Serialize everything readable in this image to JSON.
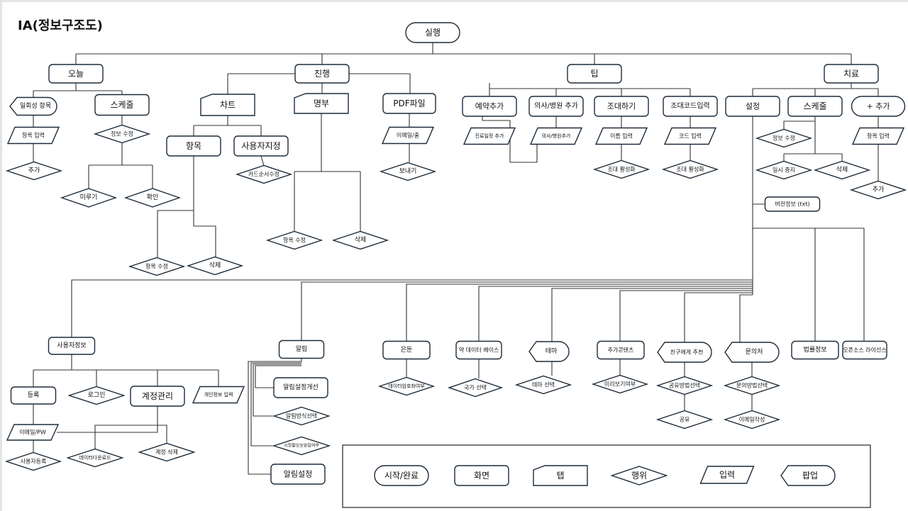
{
  "title": "IA(정보구조도)",
  "nodes": [
    {
      "id": "run",
      "label": "실행",
      "shape": "terminal"
    },
    {
      "id": "today",
      "label": "오늘",
      "shape": "screen"
    },
    {
      "id": "progress",
      "label": "진행",
      "shape": "screen"
    },
    {
      "id": "tip",
      "label": "팁",
      "shape": "screen"
    },
    {
      "id": "treat",
      "label": "치료",
      "shape": "screen"
    },
    {
      "id": "onetime",
      "label": "일회성 항목",
      "shape": "popup"
    },
    {
      "id": "today_input",
      "label": "항목 입력",
      "shape": "input"
    },
    {
      "id": "today_add",
      "label": "추가",
      "shape": "action"
    },
    {
      "id": "schedule1",
      "label": "스케줄",
      "shape": "screen"
    },
    {
      "id": "sch1_edit",
      "label": "정보 수정",
      "shape": "action"
    },
    {
      "id": "postpone",
      "label": "미루기",
      "shape": "action"
    },
    {
      "id": "confirm",
      "label": "확인",
      "shape": "action"
    },
    {
      "id": "chart",
      "label": "차트",
      "shape": "tab"
    },
    {
      "id": "roster",
      "label": "명부",
      "shape": "tab"
    },
    {
      "id": "pdf",
      "label": "PDF파일",
      "shape": "screen"
    },
    {
      "id": "item",
      "label": "항목",
      "shape": "screen"
    },
    {
      "id": "custom",
      "label": "사용자지정",
      "shape": "screen"
    },
    {
      "id": "card_order",
      "label": "카드순서수정",
      "shape": "action"
    },
    {
      "id": "item_edit",
      "label": "항목 수정",
      "shape": "action"
    },
    {
      "id": "item_del",
      "label": "삭제",
      "shape": "action"
    },
    {
      "id": "roster_edit",
      "label": "항목 수정",
      "shape": "action"
    },
    {
      "id": "roster_del",
      "label": "삭제",
      "shape": "action"
    },
    {
      "id": "pdf_email",
      "label": "이메일/출",
      "shape": "input"
    },
    {
      "id": "pdf_send",
      "label": "보내기",
      "shape": "action"
    },
    {
      "id": "reserve",
      "label": "예약추가",
      "shape": "screen"
    },
    {
      "id": "doctor",
      "label": "의사/병원 추가",
      "shape": "screen"
    },
    {
      "id": "invite",
      "label": "조대하기",
      "shape": "screen"
    },
    {
      "id": "invite_code",
      "label": "조대코드입력",
      "shape": "screen"
    },
    {
      "id": "reserve_in",
      "label": "진료일정 추가",
      "shape": "input"
    },
    {
      "id": "doctor_in",
      "label": "의사/병원추가",
      "shape": "input"
    },
    {
      "id": "name_in",
      "label": "이름 입력",
      "shape": "input"
    },
    {
      "id": "code_in",
      "label": "코드 입력",
      "shape": "input"
    },
    {
      "id": "invite_act1",
      "label": "조대 활성화",
      "shape": "action"
    },
    {
      "id": "invite_act2",
      "label": "조대 활성화",
      "shape": "action"
    },
    {
      "id": "settings",
      "label": "설정",
      "shape": "screen"
    },
    {
      "id": "schedule2",
      "label": "스케줄",
      "shape": "screen"
    },
    {
      "id": "add",
      "label": "+ 추가",
      "shape": "terminal"
    },
    {
      "id": "sch2_edit",
      "label": "정보 수정",
      "shape": "action"
    },
    {
      "id": "pause",
      "label": "일시 중지",
      "shape": "action"
    },
    {
      "id": "sch2_del",
      "label": "삭제",
      "shape": "action"
    },
    {
      "id": "add_in",
      "label": "항목 입력",
      "shape": "input"
    },
    {
      "id": "add_add",
      "label": "추가",
      "shape": "action"
    },
    {
      "id": "version",
      "label": "버전정보 (txt)",
      "shape": "screen"
    },
    {
      "id": "legal",
      "label": "법률정보",
      "shape": "screen"
    },
    {
      "id": "oss",
      "label": "오픈소스 라이선스",
      "shape": "screen"
    },
    {
      "id": "userinfo",
      "label": "사용자정보",
      "shape": "screen"
    },
    {
      "id": "register",
      "label": "등록",
      "shape": "screen"
    },
    {
      "id": "login",
      "label": "로그인",
      "shape": "action"
    },
    {
      "id": "account",
      "label": "계정관리",
      "shape": "screen"
    },
    {
      "id": "personal_in",
      "label": "개인정보 입력",
      "shape": "input"
    },
    {
      "id": "email_pw",
      "label": "이메일/PW",
      "shape": "input"
    },
    {
      "id": "user_reg",
      "label": "사용자등록",
      "shape": "action"
    },
    {
      "id": "data_dl",
      "label": "데이터다운로드",
      "shape": "action"
    },
    {
      "id": "acc_del",
      "label": "계정 삭제",
      "shape": "action"
    },
    {
      "id": "alarm",
      "label": "알림",
      "shape": "screen"
    },
    {
      "id": "alarm_improve",
      "label": "알림설정개선",
      "shape": "screen"
    },
    {
      "id": "alarm_method",
      "label": "알림방식선택",
      "shape": "action"
    },
    {
      "id": "alarm_protect",
      "label": "시청활보호알림여부",
      "shape": "action"
    },
    {
      "id": "alarm_set",
      "label": "알림설정",
      "shape": "screen"
    },
    {
      "id": "hide",
      "label": "은둔",
      "shape": "screen"
    },
    {
      "id": "encrypt",
      "label": "데이터암호화여부",
      "shape": "action"
    },
    {
      "id": "drugdb",
      "label": "약 데이터 베이스",
      "shape": "screen"
    },
    {
      "id": "country",
      "label": "국가 선택",
      "shape": "action"
    },
    {
      "id": "theme",
      "label": "테마",
      "shape": "popup"
    },
    {
      "id": "theme_sel",
      "label": "테마 선택",
      "shape": "action"
    },
    {
      "id": "extra",
      "label": "추가콘텐츠",
      "shape": "screen"
    },
    {
      "id": "preview",
      "label": "미리보기여부",
      "shape": "action"
    },
    {
      "id": "recommend",
      "label": "친구에게 추천",
      "shape": "popup"
    },
    {
      "id": "share_method",
      "label": "공유방법선택",
      "shape": "action"
    },
    {
      "id": "share",
      "label": "공유",
      "shape": "action"
    },
    {
      "id": "contact",
      "label": "문의처",
      "shape": "popup"
    },
    {
      "id": "contact_method",
      "label": "문의방법선택",
      "shape": "action"
    },
    {
      "id": "email_write",
      "label": "이메일작성",
      "shape": "action"
    }
  ],
  "legend": [
    {
      "id": "lg_terminal",
      "label": "시작/완료",
      "shape": "terminal"
    },
    {
      "id": "lg_screen",
      "label": "화면",
      "shape": "screen"
    },
    {
      "id": "lg_tab",
      "label": "탭",
      "shape": "tab"
    },
    {
      "id": "lg_action",
      "label": "행위",
      "shape": "action"
    },
    {
      "id": "lg_input",
      "label": "입력",
      "shape": "input"
    },
    {
      "id": "lg_popup",
      "label": "팝업",
      "shape": "popup"
    }
  ]
}
